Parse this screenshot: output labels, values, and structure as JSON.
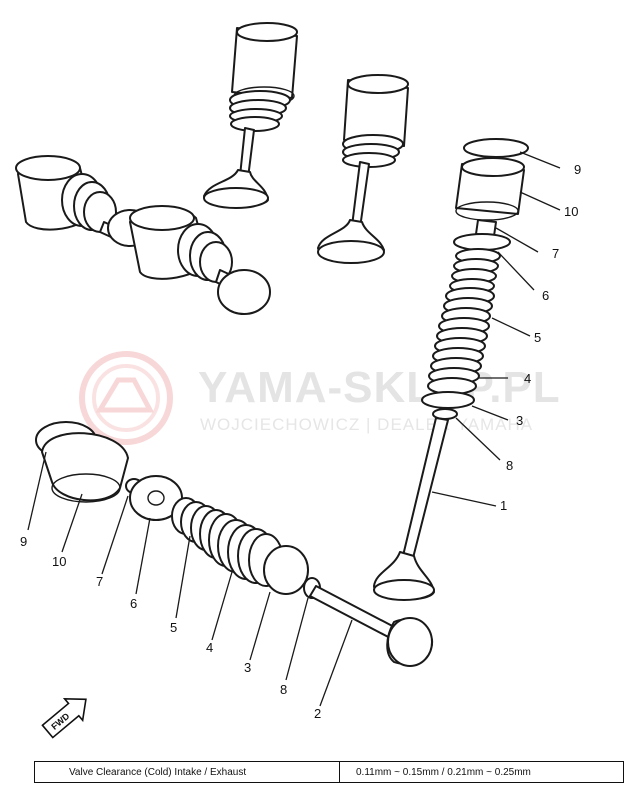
{
  "watermark": {
    "title": "YAMA-SKLEP.PL",
    "subtitle": "WOJCIECHOWICZ | DEALER YAMAHA"
  },
  "callouts_right": [
    "9",
    "10",
    "7",
    "6",
    "5",
    "4",
    "3",
    "8",
    "1"
  ],
  "callouts_left": [
    "9",
    "10",
    "7",
    "6",
    "5",
    "4",
    "3",
    "8",
    "2"
  ],
  "fwd_label": "FWD",
  "spec_table": {
    "label": "Valve Clearance (Cold) Intake / Exhaust",
    "value": "0.11mm ~ 0.15mm / 0.21mm ~ 0.25mm"
  },
  "colors": {
    "line": "#1a1a1a",
    "watermark": "#e4e4e4",
    "watermark_logo": "#f2b8b8"
  }
}
